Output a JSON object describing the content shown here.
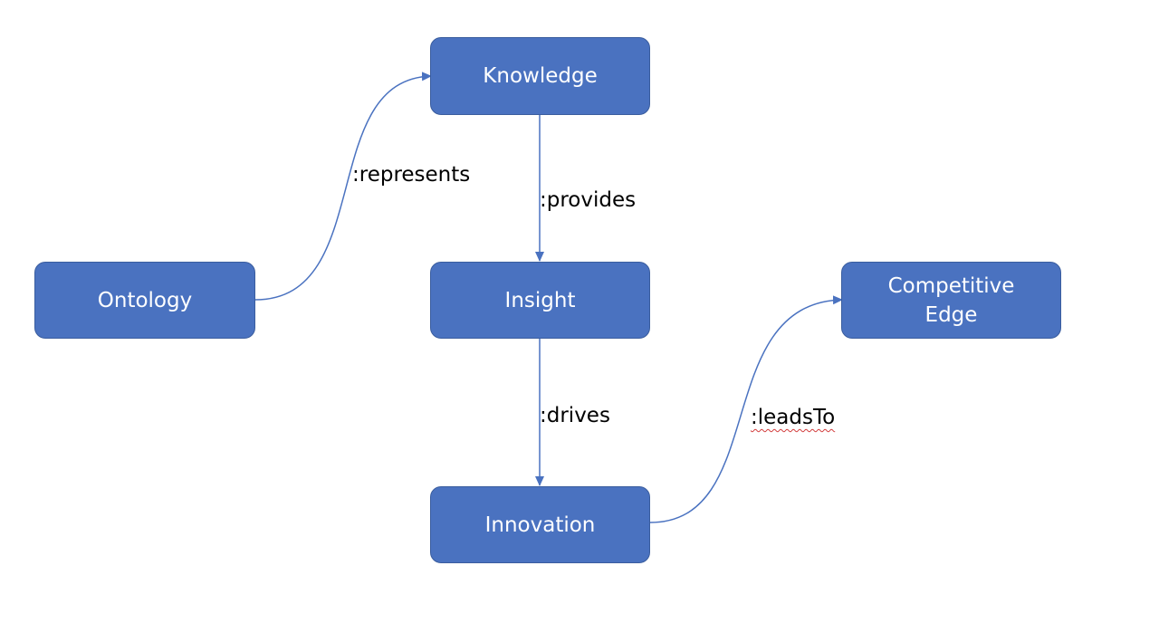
{
  "colors": {
    "node_fill": "#4a72c0",
    "node_text": "#ffffff",
    "connector": "#4a72c0",
    "edge_label_text": "#000000",
    "spellcheck_underline": "#d23b3b"
  },
  "nodes": {
    "knowledge": "Knowledge",
    "ontology": "Ontology",
    "insight": "Insight",
    "competitive_edge": "Competitive\nEdge",
    "innovation": "Innovation"
  },
  "edges": {
    "represents": ":represents",
    "provides": ":provides",
    "drives": ":drives",
    "leads_to": ":leadsTo"
  }
}
